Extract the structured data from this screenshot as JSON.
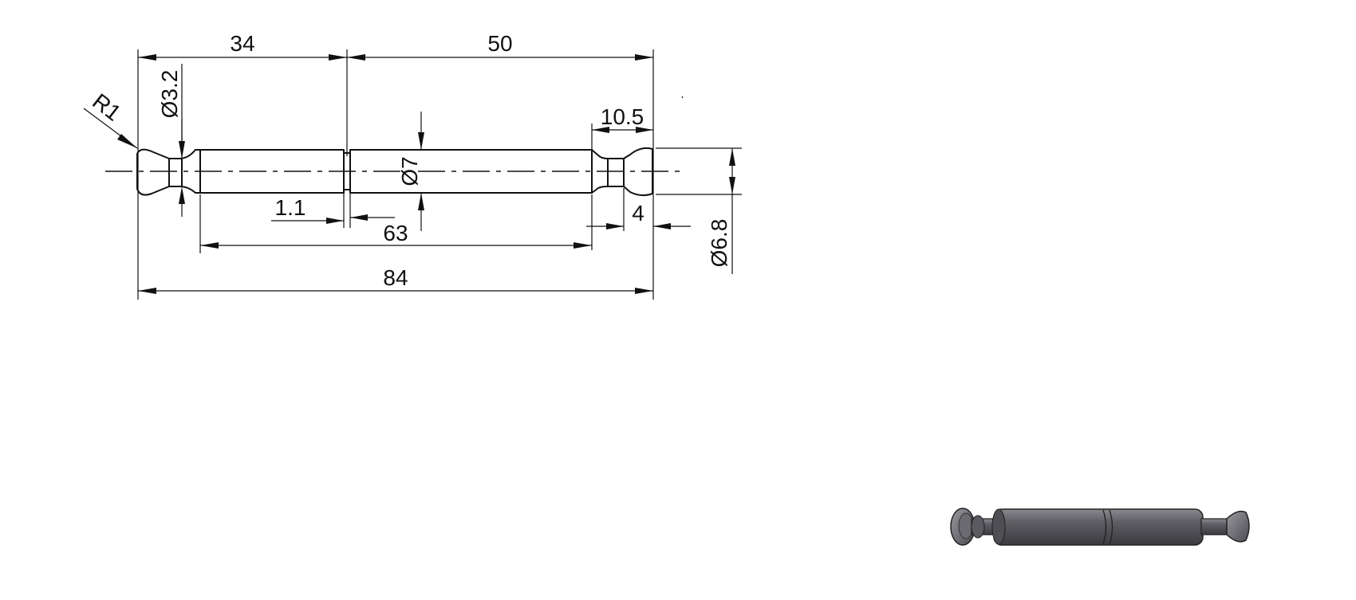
{
  "drawing": {
    "dimensions": {
      "d34": "34",
      "d50": "50",
      "d10_5": "10.5",
      "d3_2": "Ø3.2",
      "r1": "R1",
      "d7": "Ø7",
      "d1_1": "1.1",
      "d63": "63",
      "d4": "4",
      "d6_8": "Ø6.8",
      "d84": "84"
    }
  },
  "colors": {
    "line": "#111111",
    "background": "#ffffff",
    "render_body": "#54545a"
  }
}
